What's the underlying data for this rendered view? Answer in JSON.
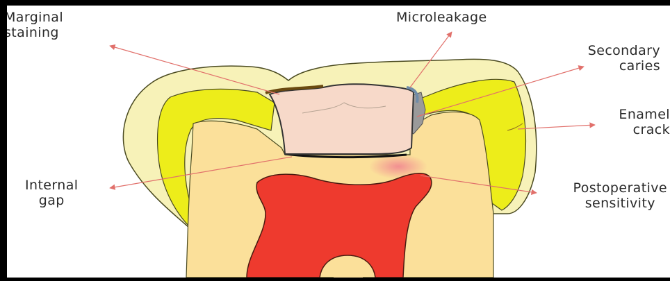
{
  "labels": {
    "marginal_staining": [
      "Marginal",
      "staining"
    ],
    "microleakage": [
      "Microleakage"
    ],
    "secondary_caries": [
      "Secondary",
      "caries"
    ],
    "enamel_crack": [
      "Enamel",
      "crack"
    ],
    "internal_gap": [
      "Internal",
      "gap"
    ],
    "postoperative_sensitivity": [
      "Postoperative",
      "sensitivity"
    ]
  },
  "colors": {
    "enamel_outer": "#f7f2b8",
    "enamel_band": "#eded1a",
    "dentin": "#fbe09a",
    "pulp": "#ee3a2e",
    "restoration": "#f7d9c9",
    "pointer_line": "#e1706b",
    "frame": "#000000"
  }
}
